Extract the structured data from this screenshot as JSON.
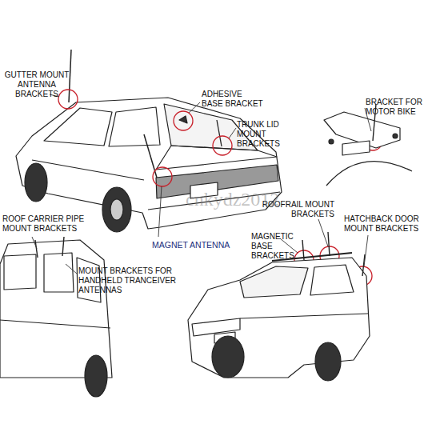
{
  "diagram": {
    "labels": [
      "GUTTER MOUNT ANTENNA BRACKETS",
      "ADHESIVE BASE BRACKET",
      "TRUNK LID MOUNT BRACKETS",
      "BRACKET FOR MOTOR BIKE",
      "MAGNET ANTENNA",
      "ROOF CARRIER PIPE MOUNT BRACKETS",
      "MOUNT BRACKETS FOR HANDHELD TRANCEIVER ANTENNAS",
      "ROOFRAIL MOUNT BRACKETS",
      "MAGNETIC BASE BRACKETS",
      "HATCHBACK DOOR MOUNT BRACKETS",
      "cnkydz2012"
    ]
  }
}
